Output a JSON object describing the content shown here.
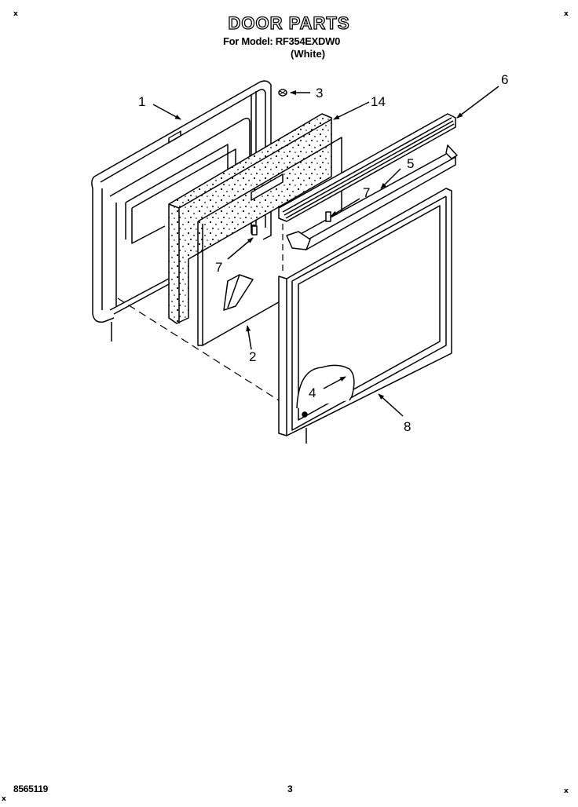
{
  "header": {
    "title": "DOOR PARTS",
    "model_line": "For Model: RF354EXDW0",
    "color_line": "(White)"
  },
  "footer": {
    "part_code": "8565119",
    "page_number": "3"
  },
  "corner_marks": [
    "x",
    "x",
    "x",
    "x"
  ],
  "diagram": {
    "type": "exploded-parts-view",
    "callouts": [
      {
        "label": "1",
        "part": "outer-door-panel"
      },
      {
        "label": "3",
        "part": "screw"
      },
      {
        "label": "14",
        "part": "insulation"
      },
      {
        "label": "6",
        "part": "door-trim-top"
      },
      {
        "label": "5",
        "part": "door-frame-top"
      },
      {
        "label": "7",
        "part": "clip"
      },
      {
        "label": "7",
        "part": "clip"
      },
      {
        "label": "2",
        "part": "inner-door-liner"
      },
      {
        "label": "4",
        "part": "window-pack"
      },
      {
        "label": "8",
        "part": "door-frame"
      }
    ]
  }
}
